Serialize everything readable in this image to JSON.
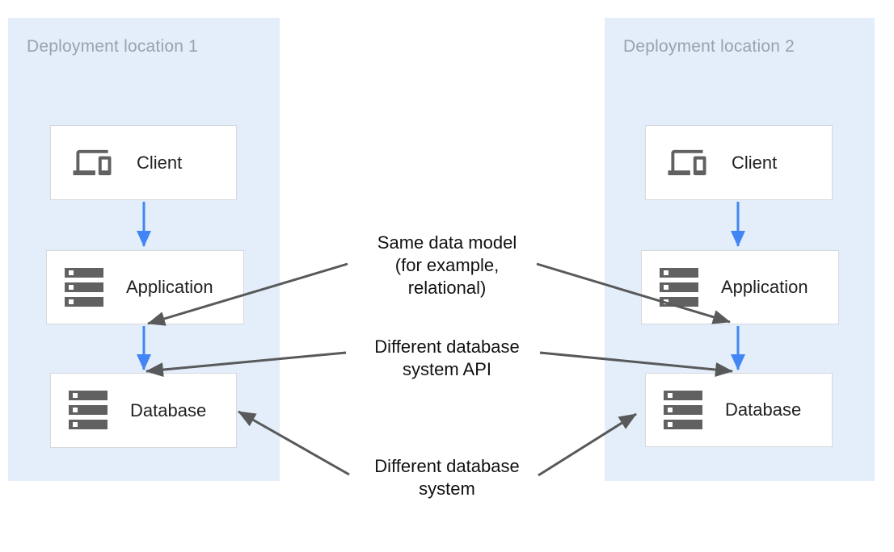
{
  "diagram": {
    "panels": [
      {
        "title": "Deployment location 1",
        "nodes": [
          {
            "label": "Client",
            "icon": "devices-icon"
          },
          {
            "label": "Application",
            "icon": "server-stack-icon"
          },
          {
            "label": "Database",
            "icon": "server-stack-icon"
          }
        ]
      },
      {
        "title": "Deployment location 2",
        "nodes": [
          {
            "label": "Client",
            "icon": "devices-icon"
          },
          {
            "label": "Application",
            "icon": "server-stack-icon"
          },
          {
            "label": "Database",
            "icon": "server-stack-icon"
          }
        ]
      }
    ],
    "annotations": [
      {
        "lines": [
          "Same data model",
          "(for example,",
          "relational)"
        ]
      },
      {
        "lines": [
          "Different database",
          "system API"
        ]
      },
      {
        "lines": [
          "Different database",
          "system"
        ]
      }
    ],
    "connections": [
      {
        "from": "client-left",
        "to": "application-left",
        "style": "flow"
      },
      {
        "from": "application-left",
        "to": "database-left",
        "style": "flow"
      },
      {
        "from": "client-right",
        "to": "application-right",
        "style": "flow"
      },
      {
        "from": "application-right",
        "to": "database-right",
        "style": "flow"
      },
      {
        "from": "annotation-same-data-model",
        "to": "application-left",
        "style": "callout"
      },
      {
        "from": "annotation-same-data-model",
        "to": "application-right",
        "style": "callout"
      },
      {
        "from": "annotation-different-database-system-api",
        "to": "database-left",
        "style": "callout"
      },
      {
        "from": "annotation-different-database-system-api",
        "to": "database-right",
        "style": "callout"
      },
      {
        "from": "annotation-different-database-system",
        "to": "database-left",
        "style": "callout"
      },
      {
        "from": "annotation-different-database-system",
        "to": "database-right",
        "style": "callout"
      }
    ],
    "colors": {
      "panel_background": "#e4eefa",
      "node_border": "#d5d8dc",
      "flow_arrow": "#4285f4",
      "callout_arrow": "#58595b",
      "icon": "#616161",
      "panel_title": "#99a2ad",
      "node_label": "#212121",
      "annotation_text": "#111111"
    }
  }
}
